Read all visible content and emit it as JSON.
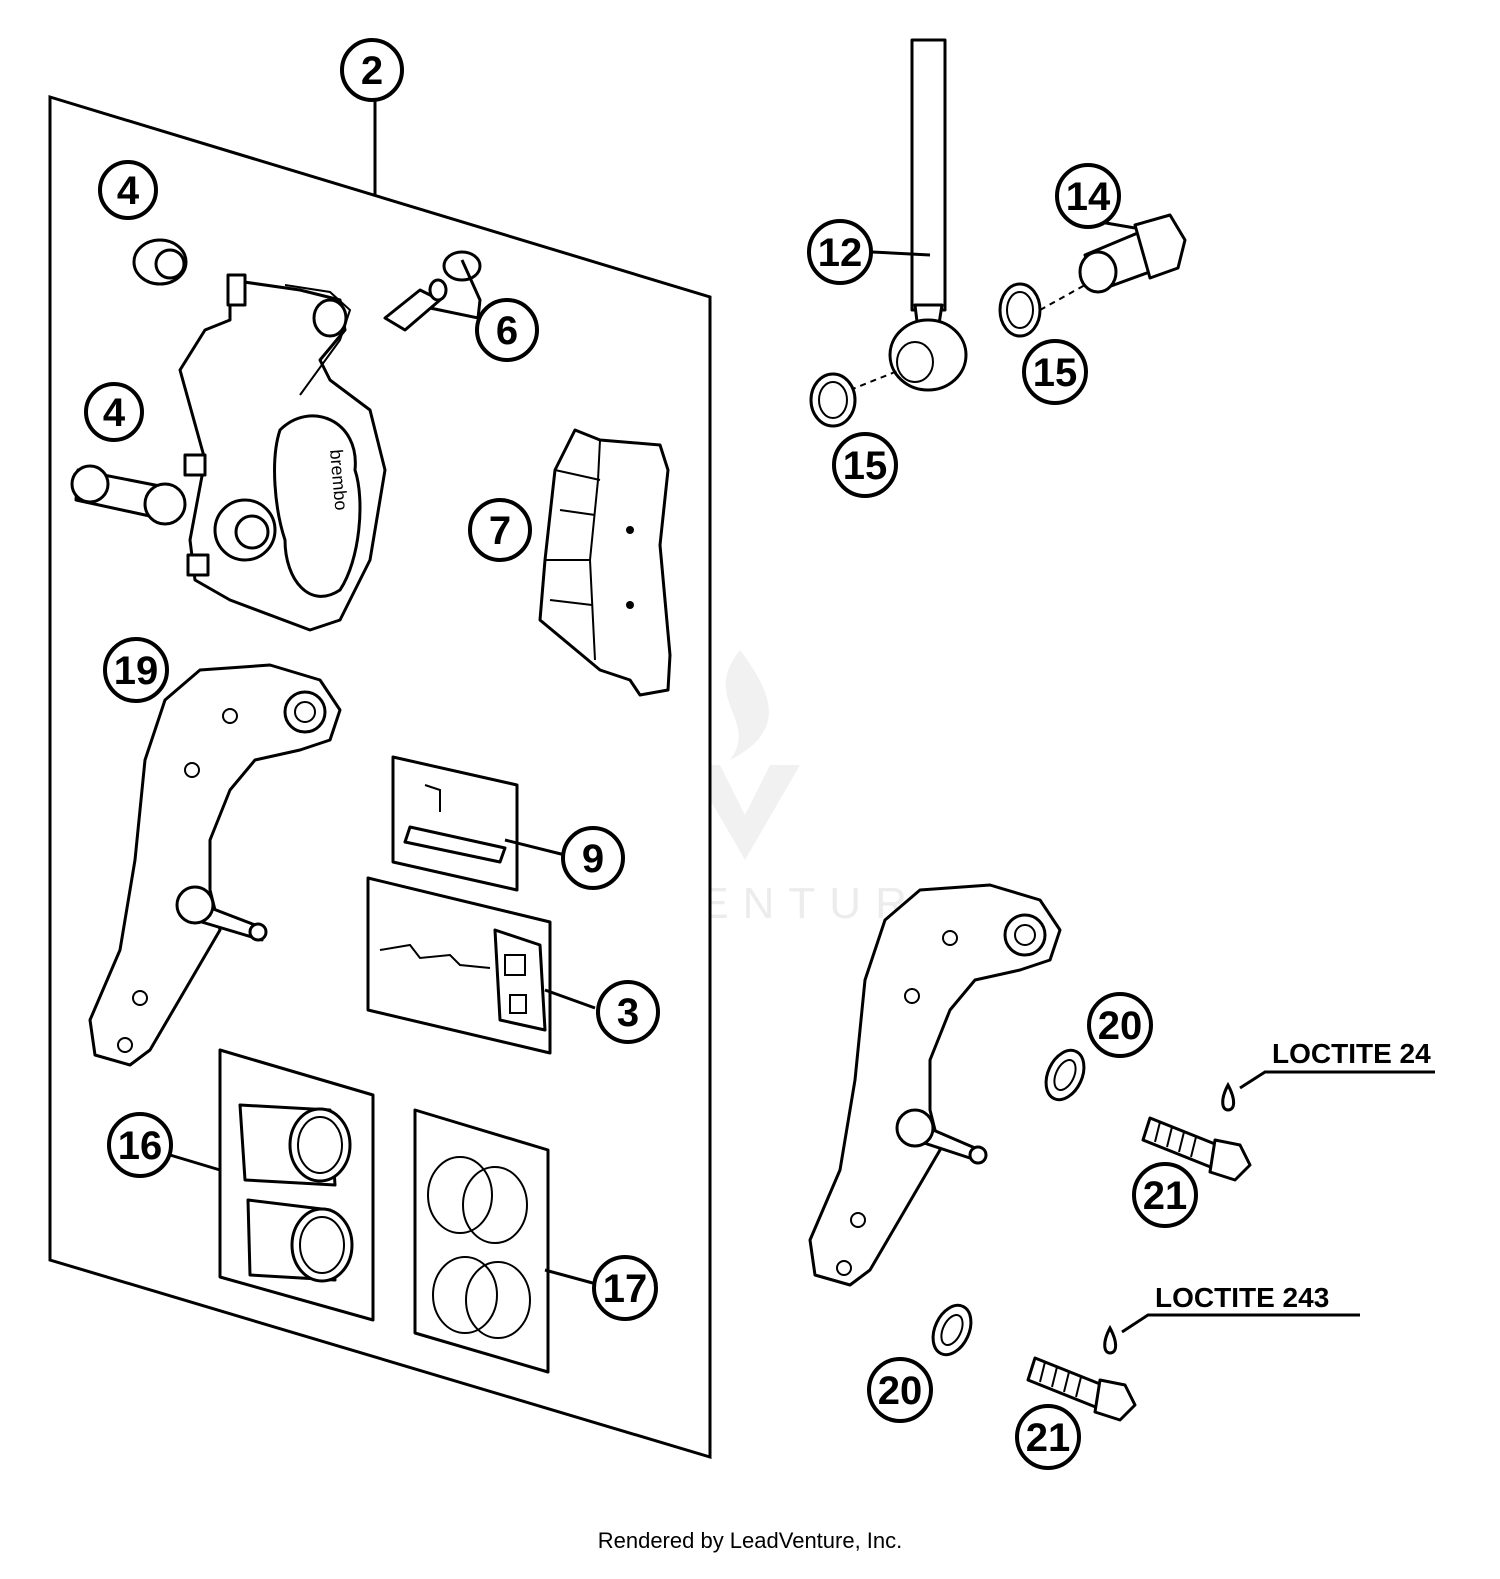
{
  "callouts": {
    "c2": "2",
    "c3": "3",
    "c4a": "4",
    "c4b": "4",
    "c6": "6",
    "c7": "7",
    "c9": "9",
    "c12": "12",
    "c14": "14",
    "c15a": "15",
    "c15b": "15",
    "c16": "16",
    "c17": "17",
    "c19": "19",
    "c20a": "20",
    "c20b": "20",
    "c21a": "21",
    "c21b": "21"
  },
  "notes": {
    "loctite_upper": "LOCTITE 24",
    "loctite_lower": "LOCTITE 243"
  },
  "caliper_brand": "brembo",
  "watermark": "LEADVENTURE",
  "footer": "Rendered by LeadVenture, Inc."
}
